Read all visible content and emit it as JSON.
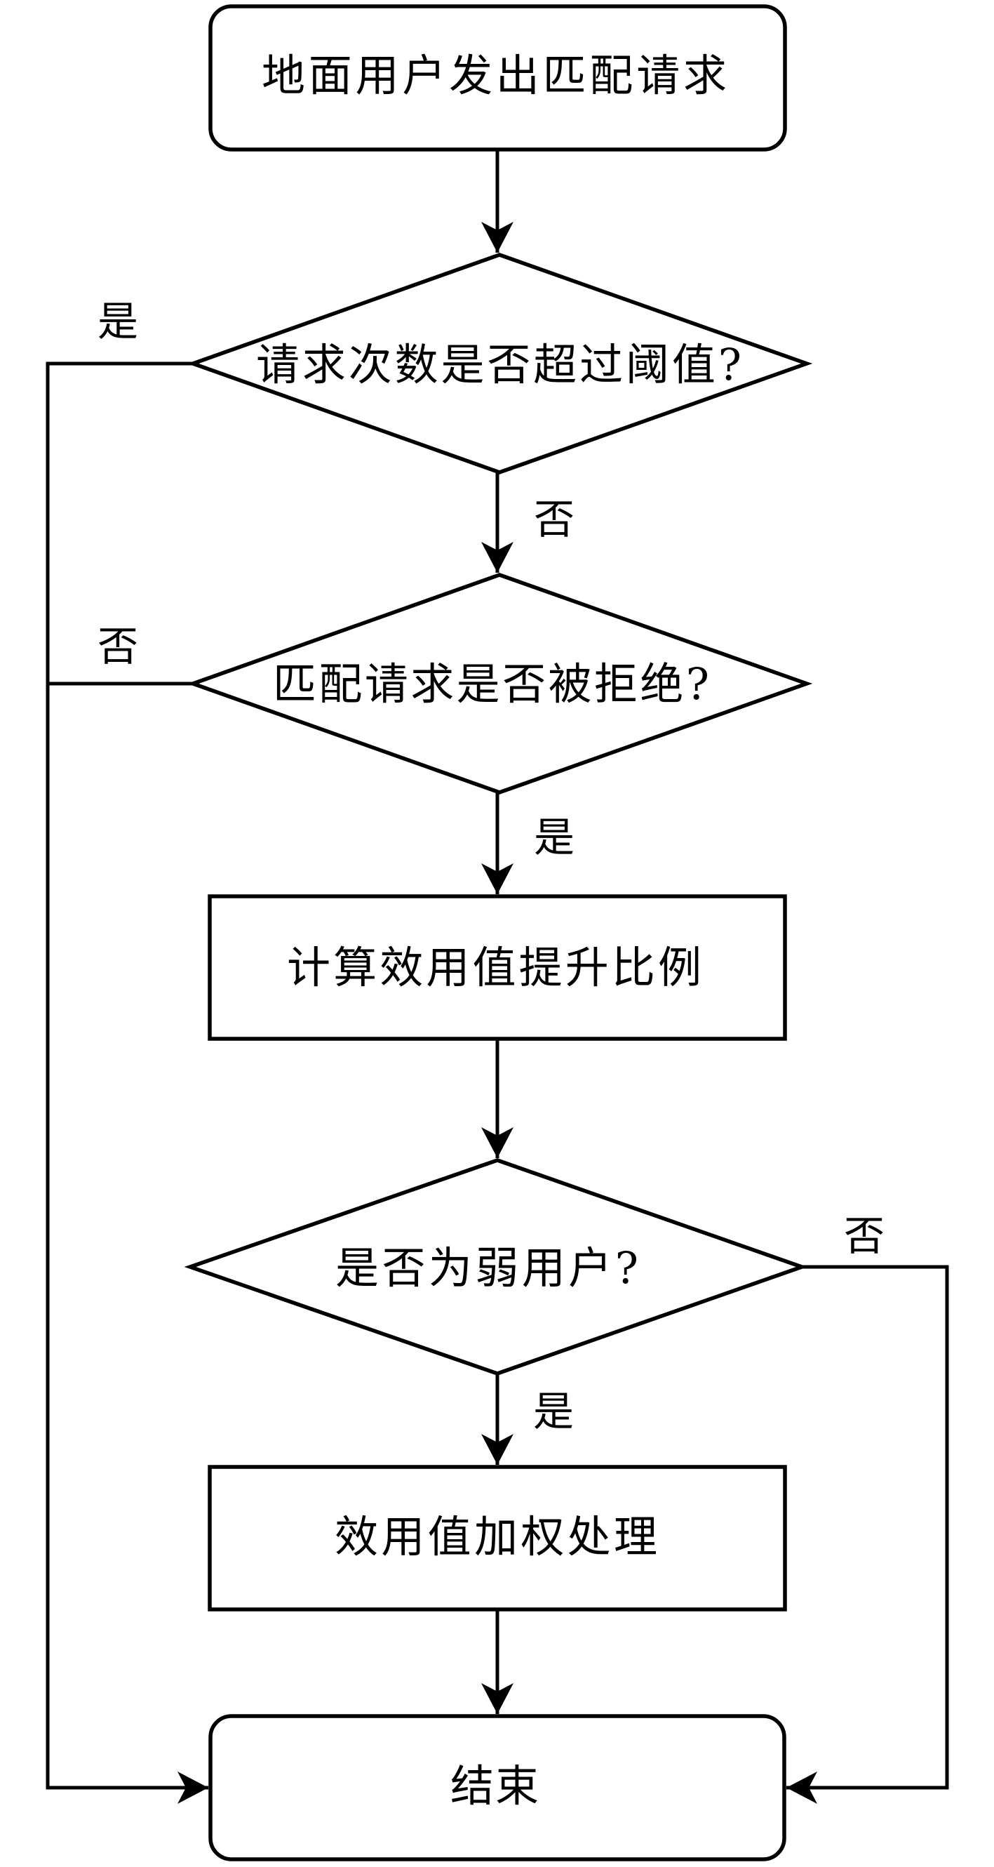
{
  "diagram": {
    "type": "flowchart",
    "colors": {
      "stroke": "#000000",
      "fill": "#ffffff",
      "text": "#000000"
    },
    "nodes": [
      {
        "id": "start",
        "kind": "terminal",
        "label": "地面用户发出匹配请求"
      },
      {
        "id": "d_threshold",
        "kind": "decision",
        "label": "请求次数是否超过阈值?"
      },
      {
        "id": "d_rejected",
        "kind": "decision",
        "label": "匹配请求是否被拒绝?"
      },
      {
        "id": "p_ratio",
        "kind": "process",
        "label": "计算效用值提升比例"
      },
      {
        "id": "d_weak",
        "kind": "decision",
        "label": "是否为弱用户?"
      },
      {
        "id": "p_weight",
        "kind": "process",
        "label": "效用值加权处理"
      },
      {
        "id": "end",
        "kind": "terminal",
        "label": "结束"
      }
    ],
    "edges": [
      {
        "from": "start",
        "to": "d_threshold",
        "label": ""
      },
      {
        "from": "d_threshold",
        "to": "end",
        "label": "是"
      },
      {
        "from": "d_threshold",
        "to": "d_rejected",
        "label": "否"
      },
      {
        "from": "d_rejected",
        "to": "end",
        "label": "否"
      },
      {
        "from": "d_rejected",
        "to": "p_ratio",
        "label": "是"
      },
      {
        "from": "p_ratio",
        "to": "d_weak",
        "label": ""
      },
      {
        "from": "d_weak",
        "to": "end",
        "label": "否"
      },
      {
        "from": "d_weak",
        "to": "p_weight",
        "label": "是"
      },
      {
        "from": "p_weight",
        "to": "end",
        "label": ""
      }
    ]
  }
}
